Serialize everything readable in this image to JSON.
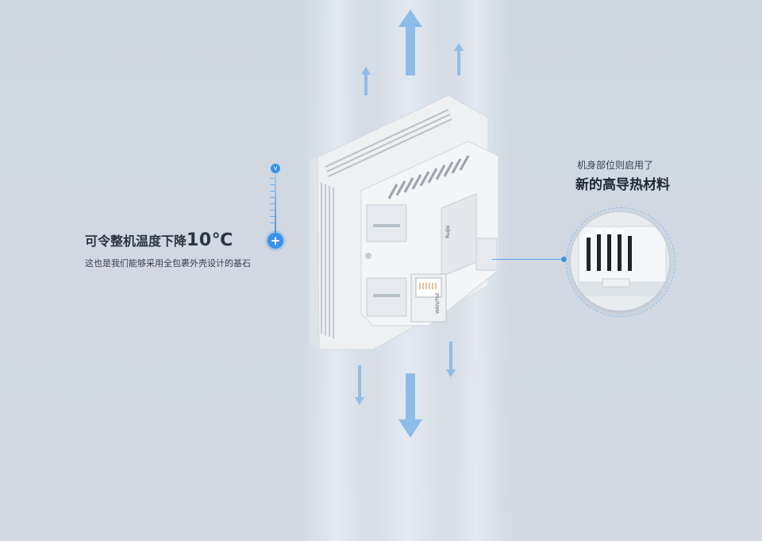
{
  "left_callout": {
    "title": "可令整机温度下降",
    "value": "10℃",
    "subtitle": "这也是我们能够采用全包裹外壳设计的基石",
    "thermo_top_glyph": "v",
    "thermo_bottom_glyph": "+"
  },
  "right_callout": {
    "subtitle": "机身部位则启用了",
    "title": "新的高导热材料"
  },
  "device": {
    "brand_label": "Ruijie",
    "port_label": "WAN/PoE"
  },
  "colors": {
    "accent": "#3a92e6",
    "background": "#cfd7e1",
    "device_white": "#eef0f2",
    "arrow_blue": "#7fb4e6"
  },
  "icons": [
    "thermometer-icon",
    "plus-icon",
    "up-arrow-icon",
    "down-arrow-icon"
  ]
}
